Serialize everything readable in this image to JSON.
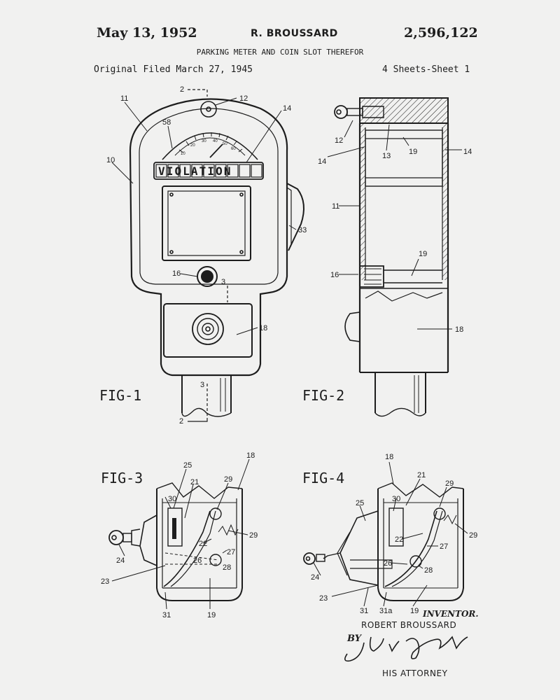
{
  "header": {
    "date": "May 13, 1952",
    "inventor": "R. BROUSSARD",
    "patent_number": "2,596,122",
    "title": "PARKING METER AND COIN SLOT THEREFOR",
    "filed": "Original Filed March 27, 1945",
    "sheets": "4 Sheets-Sheet 1"
  },
  "figures": {
    "fig1": "FIG-1",
    "fig2": "FIG-2",
    "fig3": "FIG-3",
    "fig4": "FIG-4"
  },
  "meter_display": {
    "violation_text": "VIOLATION",
    "dial_marks": [
      "10",
      "20",
      "30",
      "40",
      "50",
      "60"
    ]
  },
  "reference_numerals": {
    "fig1": [
      "2",
      "12",
      "11",
      "58",
      "14",
      "10",
      "33",
      "16",
      "3",
      "18",
      "3",
      "2"
    ],
    "fig2": [
      "12",
      "13",
      "19",
      "14",
      "14",
      "11",
      "16",
      "19",
      "18"
    ],
    "fig3": [
      "25",
      "21",
      "29",
      "18",
      "30",
      "29",
      "24",
      "22",
      "27",
      "26",
      "28",
      "23",
      "31",
      "19"
    ],
    "fig4": [
      "18",
      "21",
      "29",
      "25",
      "30",
      "22",
      "27",
      "29",
      "24",
      "26",
      "28",
      "23",
      "31",
      "31a",
      "19"
    ]
  },
  "signature": {
    "inventor_caption": "INVENTOR.",
    "inventor_name": "ROBERT  BROUSSARD",
    "by": "BY",
    "attorney": "HIS ATTORNEY"
  }
}
